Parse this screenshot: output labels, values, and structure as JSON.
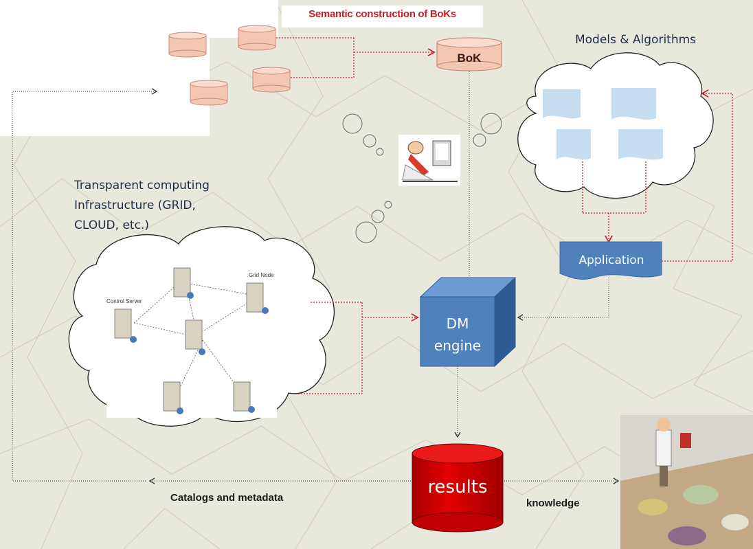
{
  "title": "Semantic construction of BoKs",
  "bok": {
    "label": "BoK"
  },
  "models": {
    "title": "Models & Algorithms"
  },
  "infrastructure": {
    "title_lines": [
      "Transparent computing",
      "Infrastructure (GRID,",
      "CLOUD, etc.)"
    ],
    "control_server_label": "Control Server",
    "grid_node_label": "Grid Node"
  },
  "application": {
    "label": "Application"
  },
  "dm_engine": {
    "label_lines": [
      "DM",
      "engine"
    ]
  },
  "results": {
    "label": "results"
  },
  "catalogs": {
    "label": "Catalogs and metadata"
  },
  "knowledge": {
    "label": "knowledge"
  },
  "colors": {
    "accent_red": "#c0202a",
    "cylinder_fill": "#f4c7b3",
    "blue_box": "#4f81bd",
    "results_red": "#cc0000",
    "cloud_doc": "#c6dcef"
  }
}
